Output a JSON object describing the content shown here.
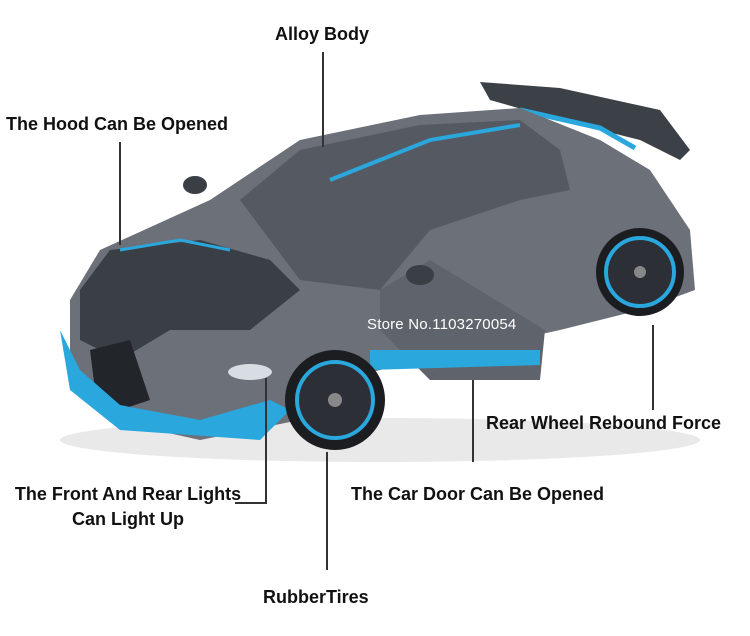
{
  "labels": {
    "alloy_body": "Alloy Body",
    "hood": "The Hood Can Be Opened",
    "rear_wheel": "Rear Wheel Rebound Force",
    "lights_line1": "The Front And Rear Lights",
    "lights_line2": "Can Light Up",
    "door": "The Car Door Can Be Opened",
    "tires": "RubberTires"
  },
  "watermark": "Store No.1103270054",
  "colors": {
    "body": "#6b7079",
    "accent": "#2aa7dd",
    "dark": "#2a2d33",
    "background": "#ffffff"
  }
}
